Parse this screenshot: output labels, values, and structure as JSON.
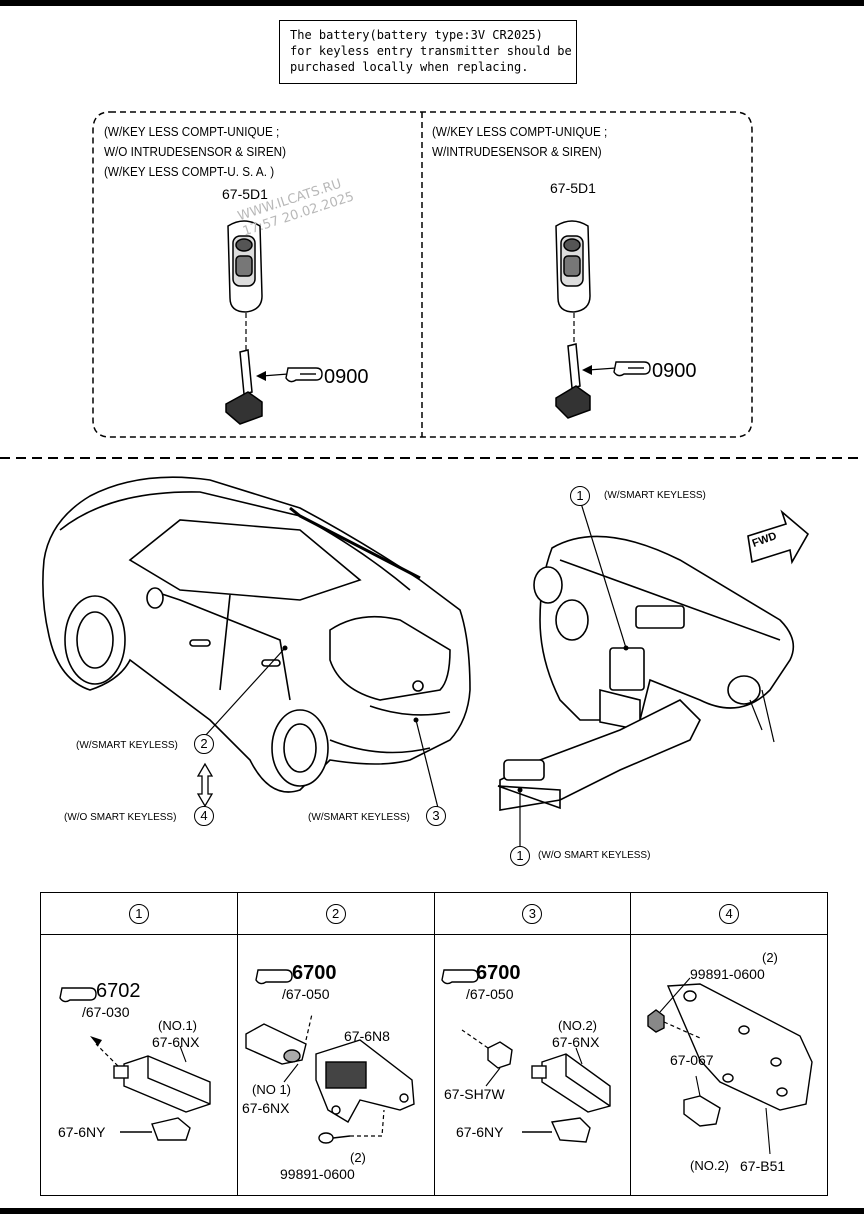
{
  "note": {
    "lines": [
      "The battery(battery type:3V CR2025)",
      "for keyless entry transmitter should be",
      "purchased locally when replacing."
    ]
  },
  "left_panel": {
    "conditions": [
      "(W/KEY LESS COMPT-UNIQUE ;",
      " W/O INTRUDESENSOR & SIREN)",
      "(W/KEY LESS COMPT-U. S. A. )"
    ],
    "part_number": "67-5D1",
    "ref": "0900"
  },
  "right_panel": {
    "conditions": [
      "(W/KEY LESS COMPT-UNIQUE ;",
      " W/INTRUDESENSOR & SIREN)"
    ],
    "part_number": "67-5D1",
    "ref": "0900"
  },
  "watermark": {
    "line1": "WWW.ILCATS.RU",
    "line2": "17:57 20.02.2025"
  },
  "overview": {
    "callout_1_top": {
      "num": "1",
      "text": "(W/SMART KEYLESS)"
    },
    "callout_1_bottom": {
      "num": "1",
      "text": "(W/O SMART KEYLESS)"
    },
    "callout_2": {
      "num": "2",
      "text": "(W/SMART KEYLESS)"
    },
    "callout_3": {
      "num": "3",
      "text": "(W/SMART KEYLESS)"
    },
    "callout_4": {
      "num": "4",
      "text": "(W/O SMART KEYLESS)"
    },
    "fwd": "FWD"
  },
  "table": {
    "headers": [
      "1",
      "2",
      "3",
      "4"
    ],
    "cell1": {
      "ref": "6702",
      "sub": "/67-030",
      "no": "(NO.1)",
      "p1": "67-6NX",
      "p2": "67-6NY"
    },
    "cell2": {
      "ref": "6700",
      "sub": "/67-050",
      "p_top": "67-6N8",
      "no": "(NO 1)",
      "p1": "67-6NX",
      "qty": "(2)",
      "bolt": "99891-0600"
    },
    "cell3": {
      "ref": "6700",
      "sub": "/67-050",
      "no": "(NO.2)",
      "p1": "67-6NX",
      "p2": "67-SH7W",
      "p3": "67-6NY"
    },
    "cell4": {
      "qty": "(2)",
      "nut": "99891-0600",
      "p1": "67-067",
      "no": "(NO.2)",
      "p2": "67-B51"
    }
  }
}
